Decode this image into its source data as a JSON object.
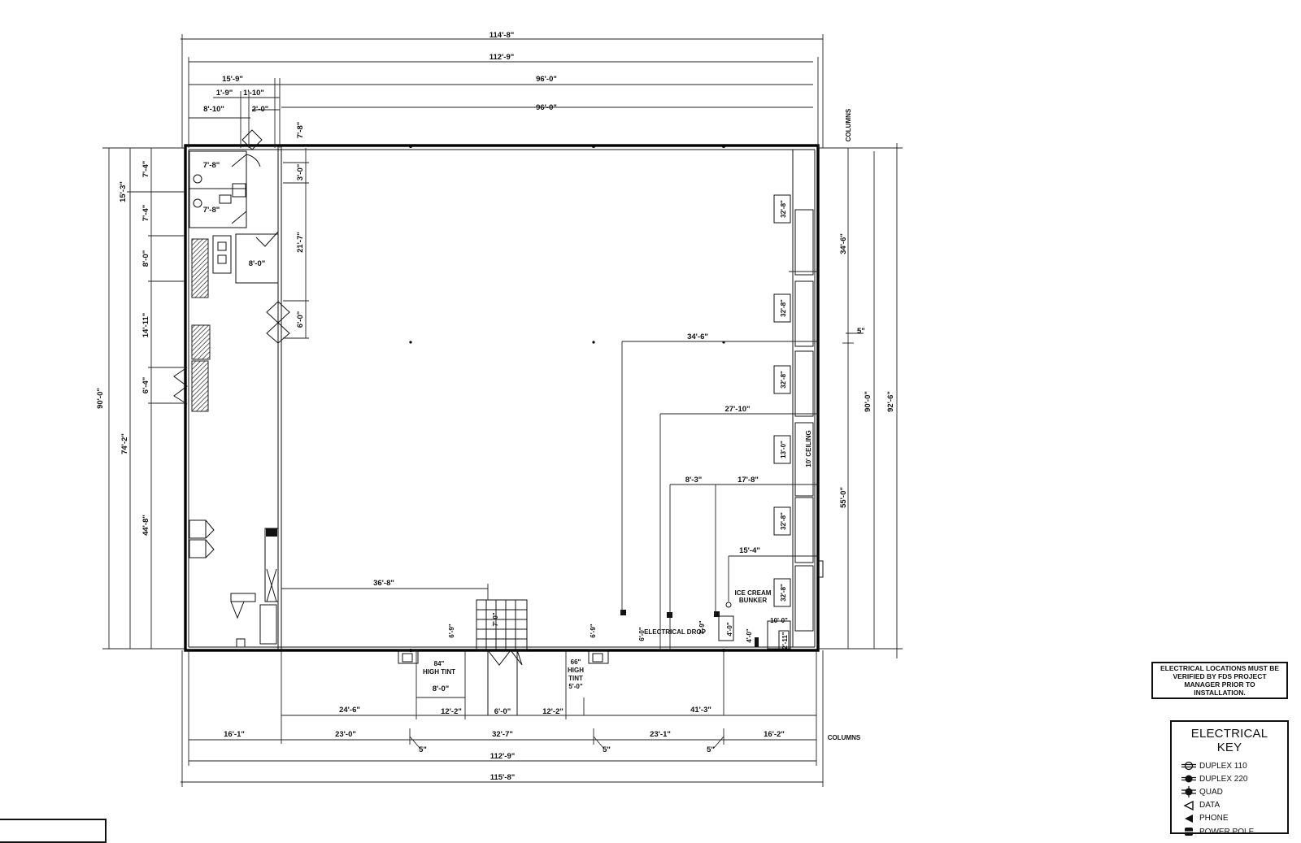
{
  "dimensions": {
    "top_overall": "114'-8\"",
    "top_inner": "112'-9\"",
    "top_left_15": "15'-9\"",
    "top_96a": "96'-0\"",
    "top_1_9": "1'-9\"",
    "top_1_10": "1'-10\"",
    "top_8_10": "8'-10\"",
    "top_2_0": "2'-0\"",
    "top_96b": "96'-0\"",
    "left_90": "90'-0\"",
    "left_74": "74'-2\"",
    "left_15_3": "15'-3\"",
    "left_7_4a": "7'-4\"",
    "left_7_4b": "7'-4\"",
    "left_8_0": "8'-0\"",
    "left_14_11": "14'-11\"",
    "left_6_4": "6'-4\"",
    "left_44_8": "44'-8\"",
    "rest_7_8a": "7'-8\"",
    "rest_7_8b": "7'-8\"",
    "kitchen_8_0": "8'-0\"",
    "col_7_8": "7'-8\"",
    "col_3_0": "3'-0\"",
    "col_21_7": "21'-7\"",
    "col_6_0": "6'-0\"",
    "right_34_6": "34'-6\"",
    "right_55_0": "55'-0\"",
    "right_90": "90'-0\"",
    "right_92_6": "92'-6\"",
    "right_5": "5\"",
    "columns_top": "COLUMNS",
    "columns_bottom": "COLUMNS",
    "int_34_6": "34'-6\"",
    "int_27_10": "27'-10\"",
    "int_8_3": "8'-3\"",
    "int_17_8": "17'-8\"",
    "int_15_4": "15'-4\"",
    "int_36_8": "36'-8\"",
    "wall_a": "32'-8\"",
    "wall_b": "32'-8\"",
    "wall_c": "32'-8\"",
    "wall_d": "13'-0\"",
    "wall_e": "32'-8\"",
    "wall_f": "32'-8\"",
    "ceiling_note": "10' CEILING",
    "ice_cream": "ICE CREAM",
    "bunker": "BUNKER",
    "electrical_drop": "ELECTRICAL DROP",
    "sm_a": "6'-9\"",
    "sm_b": "6'-9\"",
    "sm_c": "6'-0\"",
    "sm_d": "7'-9\"",
    "sm_e": "4'-0\"",
    "sm_f": "10'-0\"",
    "sm_g": "2'-11\"",
    "sm_h": "7'-0\"",
    "sm_i": "4'-0\"",
    "high_tint_84": "84\"",
    "high_tint_84_b": "HIGH TINT",
    "high_tint_66": "66\"",
    "high_tint_66_b": "HIGH",
    "high_tint_66_c": "TINT",
    "bot_8_0": "8'-0\"",
    "bot_5_0": "5'-0\"",
    "bot_24_6": "24'-6\"",
    "bot_12_2a": "12'-2\"",
    "bot_6_0": "6'-0\"",
    "bot_12_2b": "12'-2\"",
    "bot_41_3": "41'-3\"",
    "bot_16_1": "16'-1\"",
    "bot_23_0": "23'-0\"",
    "bot_32_7": "32'-7\"",
    "bot_23_1": "23'-1\"",
    "bot_16_2": "16'-2\"",
    "bot_5a": "5\"",
    "bot_5b": "5\"",
    "bot_5c": "5\"",
    "bot_112_9": "112'-9\"",
    "bot_115_8": "115'-8\""
  },
  "note": {
    "text": "ELECTRICAL LOCATIONS MUST BE VERIFIED BY FDS PROJECT MANAGER PRIOR TO INSTALLATION."
  },
  "electrical_key": {
    "title": "ELECTRICAL KEY",
    "items": [
      {
        "label": "DUPLEX 110",
        "icon": "duplex-110-icon"
      },
      {
        "label": "DUPLEX 220",
        "icon": "duplex-220-icon"
      },
      {
        "label": "QUAD",
        "icon": "quad-icon"
      },
      {
        "label": "DATA",
        "icon": "data-icon"
      },
      {
        "label": "PHONE",
        "icon": "phone-icon"
      },
      {
        "label": "POWER POLE",
        "icon": "power-pole-icon"
      }
    ]
  }
}
